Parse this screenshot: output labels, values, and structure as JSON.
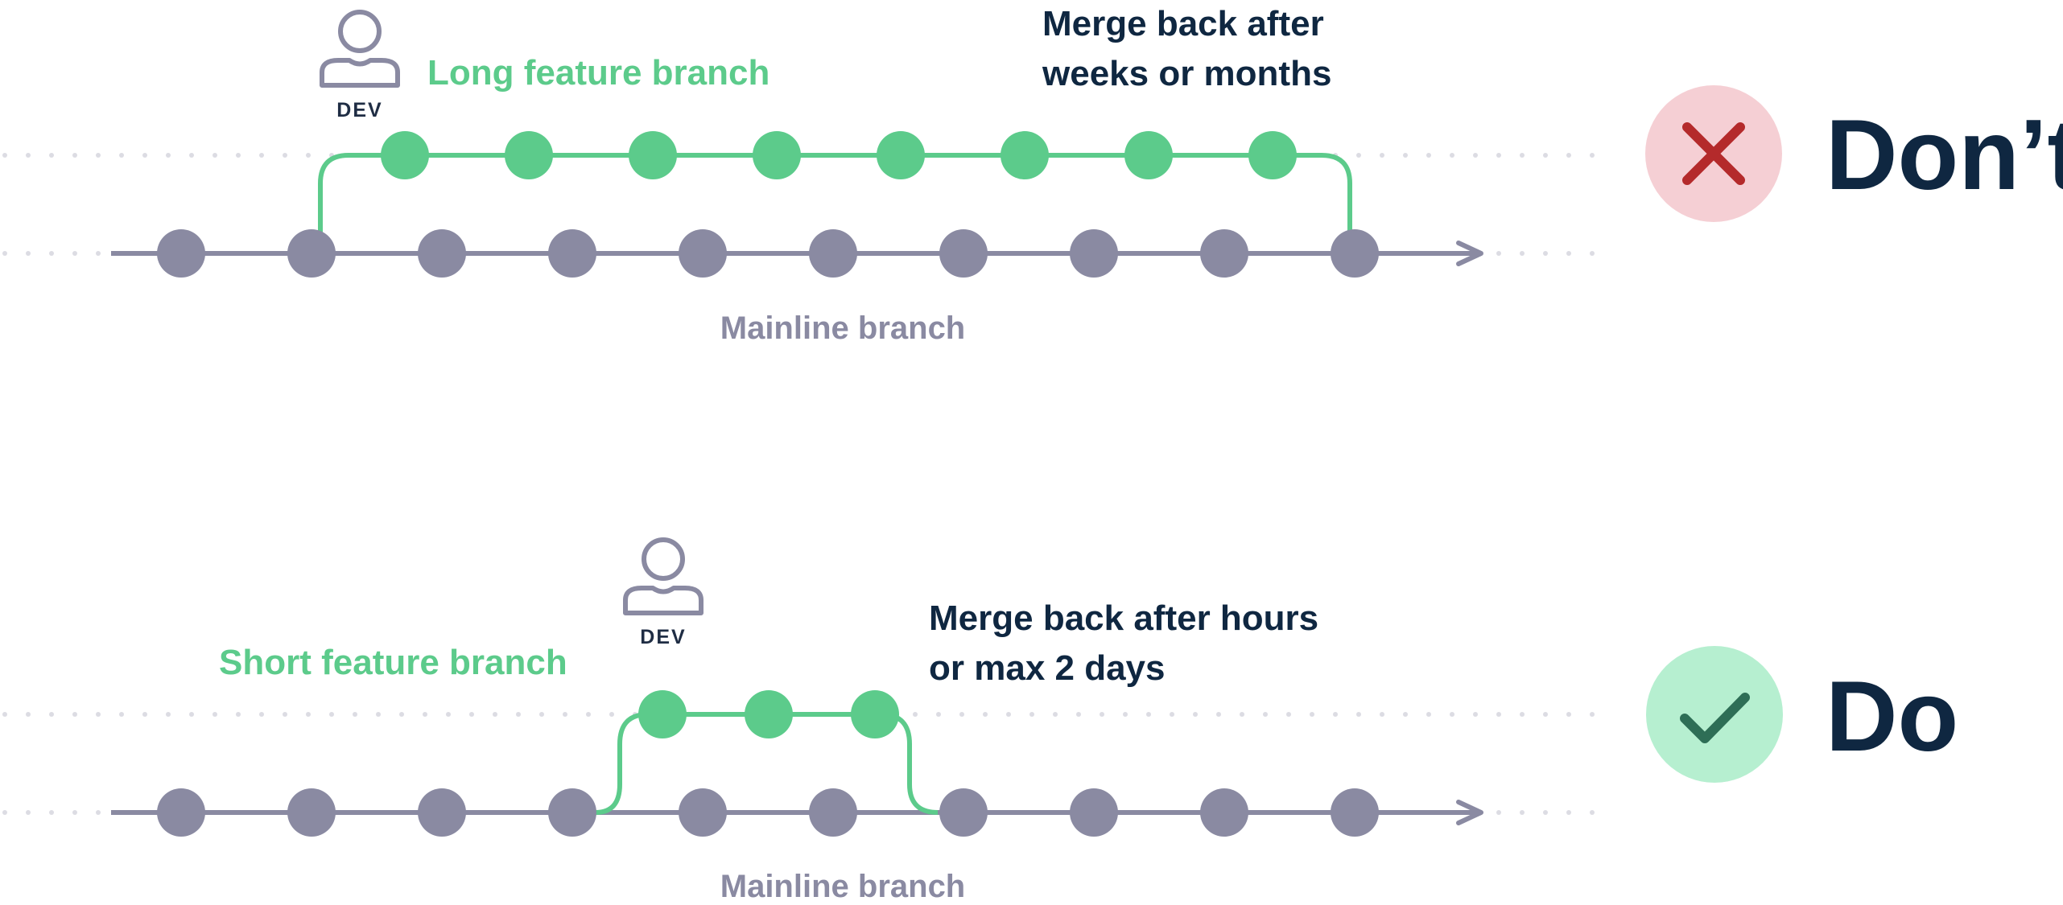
{
  "colors": {
    "mainline": "#8a8aa2",
    "feature": "#5ccb8b",
    "text_dark": "#0f2741",
    "dont_bg": "#f5cfd4",
    "dont_mark": "#b42a2b",
    "do_bg": "#b6efd0",
    "do_mark": "#2e6e56",
    "dots": "#dcdce3"
  },
  "panels": [
    {
      "id": "long",
      "dev_label": "DEV",
      "feature_label": "Long feature branch",
      "merge_note": [
        "Merge back after",
        "weeks or months"
      ],
      "mainline_label": "Mainline branch",
      "mainline_commits": 10,
      "feature_commits": 8,
      "verdict": "Don’t",
      "verdict_icon": "x-icon"
    },
    {
      "id": "short",
      "dev_label": "DEV",
      "feature_label": "Short feature branch",
      "merge_note": [
        "Merge back after hours",
        "or max 2 days"
      ],
      "mainline_label": "Mainline branch",
      "mainline_commits": 10,
      "feature_commits": 3,
      "verdict": "Do",
      "verdict_icon": "checkmark-icon"
    }
  ]
}
